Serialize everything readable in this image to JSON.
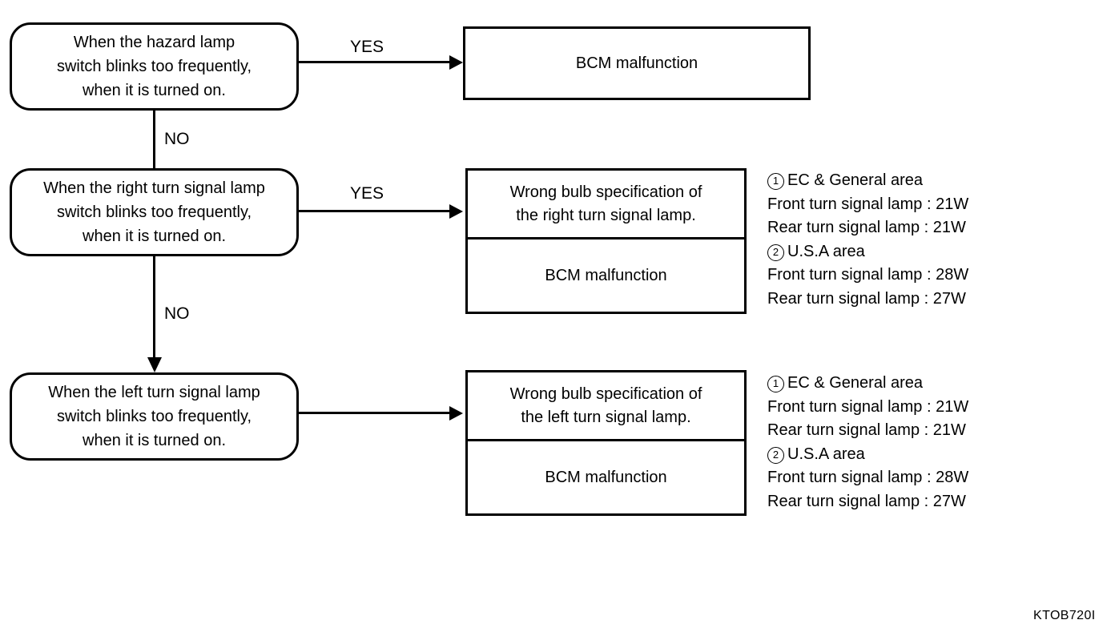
{
  "figure": {
    "reference_code": "KTOB720I"
  },
  "decisions": [
    {
      "id": "hazard-lamp",
      "lines": [
        "When the hazard lamp",
        "switch blinks too frequently,",
        "when it is turned on."
      ],
      "yes_label": "YES",
      "no_label": "NO"
    },
    {
      "id": "right-turn-signal",
      "lines": [
        "When the right turn signal lamp",
        "switch blinks too frequently,",
        "when it is turned on."
      ],
      "yes_label": "YES",
      "no_label": "NO"
    },
    {
      "id": "left-turn-signal",
      "lines": [
        "When the left turn signal lamp",
        "switch blinks too frequently,",
        "when it is turned on."
      ],
      "yes_label": "",
      "no_label": ""
    }
  ],
  "outcomes": [
    {
      "id": "hazard-outcome",
      "primary": "BCM malfunction"
    },
    {
      "id": "right-turn-outcome",
      "primary_lines": [
        "Wrong bulb specification of",
        "the right turn signal lamp."
      ],
      "secondary": "BCM malfunction"
    },
    {
      "id": "left-turn-outcome",
      "primary_lines": [
        "Wrong bulb specification of",
        "the  left turn signal lamp."
      ],
      "secondary": "BCM malfunction"
    }
  ],
  "notes": [
    {
      "id": "right-turn-notes",
      "marker_1": "1",
      "heading_1": "EC & General area",
      "spec_1a": "Front turn signal lamp : 21W",
      "spec_1b": "Rear turn signal lamp : 21W",
      "marker_2": "2",
      "heading_2": "U.S.A area",
      "spec_2a": "Front turn signal lamp : 28W",
      "spec_2b": "Rear turn signal lamp : 27W"
    },
    {
      "id": "left-turn-notes",
      "marker_1": "1",
      "heading_1": "EC & General area",
      "spec_1a": "Front turn signal lamp : 21W",
      "spec_1b": "Rear turn signal lamp : 21W",
      "marker_2": "2",
      "heading_2": "U.S.A area",
      "spec_2a": "Front turn signal lamp : 28W",
      "spec_2b": "Rear turn signal lamp : 27W"
    }
  ]
}
